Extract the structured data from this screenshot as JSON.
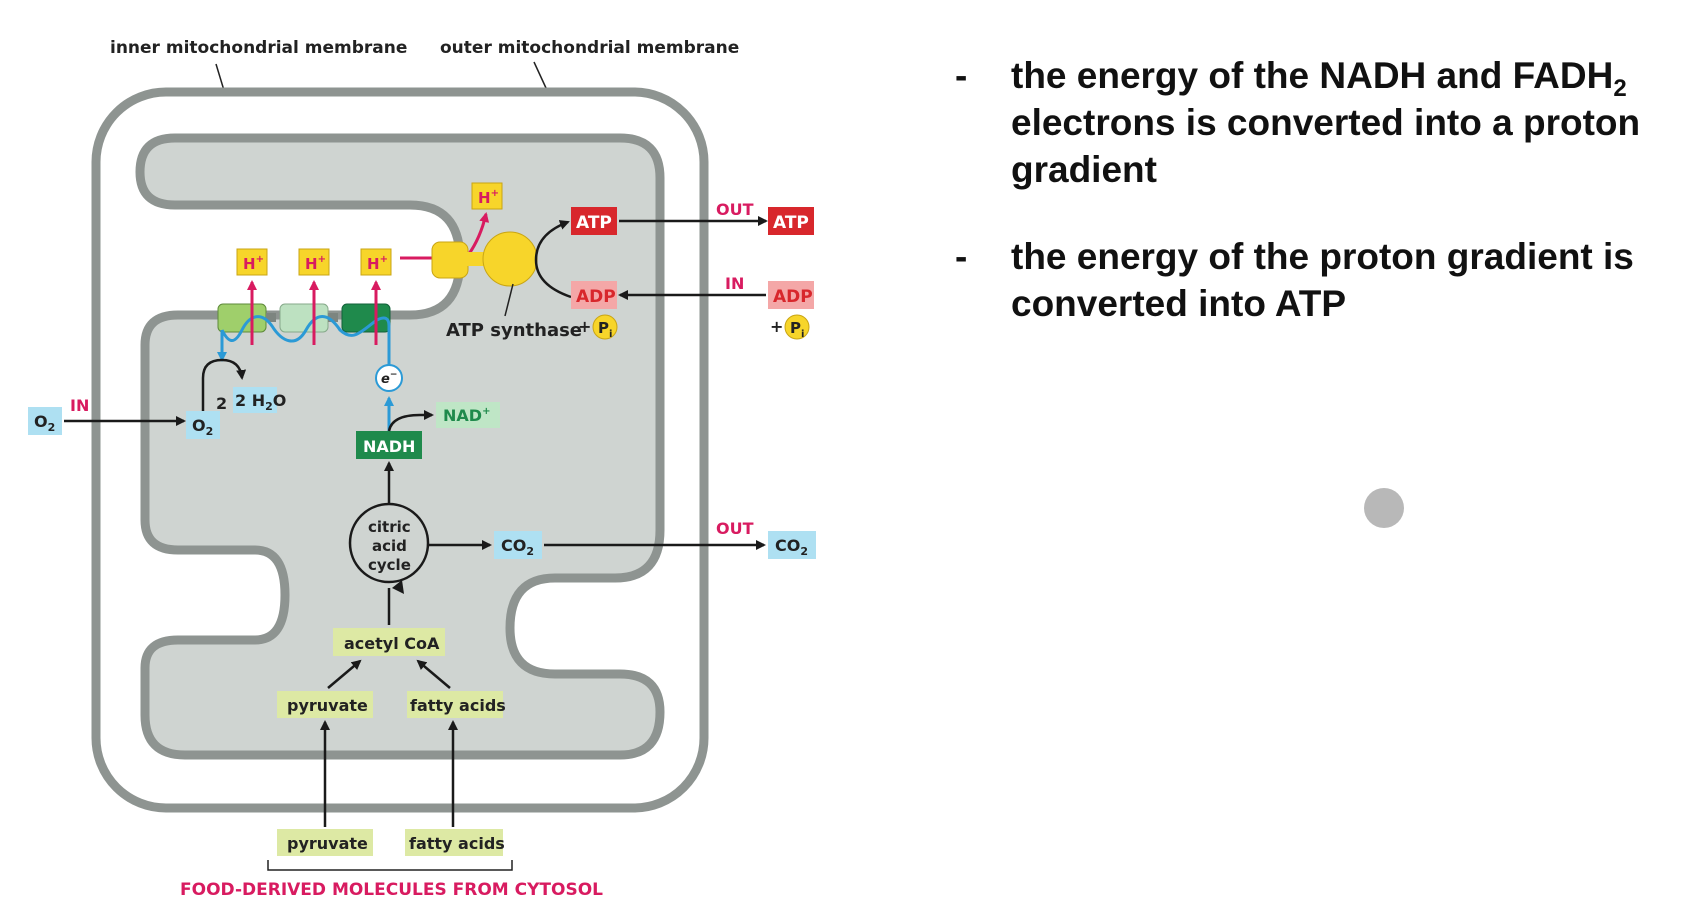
{
  "colors": {
    "membrane": "#8e9491",
    "matrix": "#cfd4d1",
    "proton_box": "#f7d52a",
    "proton_text": "#d81b60",
    "atp": "#d8272c",
    "adp": "#f4a7a7",
    "oxygen": "#aee0f2",
    "nadh": "#1f8a4c",
    "nad": "#bfe6c6",
    "food": "#dde9a4",
    "magenta_label": "#d81b60",
    "electron_path": "#2b9ad6",
    "synthase": "#f7d52a"
  },
  "labels": {
    "inner_membrane": "inner mitochondrial membrane",
    "outer_membrane": "outer mitochondrial membrane",
    "h_plus": "H",
    "h_plus_sup": "+",
    "atp": "ATP",
    "adp": "ADP",
    "out": "OUT",
    "in": "IN",
    "atp_synthase": "ATP synthase",
    "plus": "+",
    "pi": "P",
    "pi_sub": "i",
    "electron": "e",
    "electron_sup": "−",
    "o2": "O",
    "o2_sub": "2",
    "water_coef": "2 H",
    "water_sub": "2",
    "water_o": "O",
    "nad_plus": "NAD",
    "nad_sup": "+",
    "nadh": "NADH",
    "citric_1": "citric",
    "citric_2": "acid",
    "citric_3": "cycle",
    "co2": "CO",
    "co2_sub": "2",
    "acetyl_coa": "acetyl CoA",
    "pyruvate": "pyruvate",
    "fatty_acids": "fatty acids",
    "food_derived": "FOOD-DERIVED MOLECULES FROM CYTOSOL"
  },
  "bullets": [
    {
      "dash": "-",
      "text": "the energy of the NADH and FADH",
      "sub": "2",
      "text_after": " electrons is converted into a proton gradient"
    },
    {
      "dash": "-",
      "text": "the energy of the proton gradient is converted into ATP"
    }
  ]
}
